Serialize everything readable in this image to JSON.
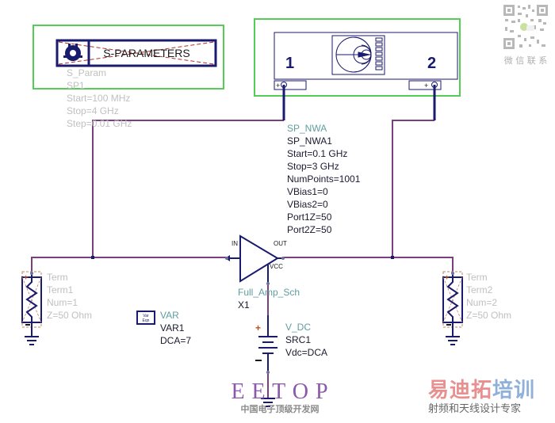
{
  "schematic": {
    "sparam_controller": {
      "title": "S-PARAMETERS",
      "lines": [
        "S_Param",
        "SP1",
        "Start=100 MHz",
        "Stop=4 GHz",
        "Step=0.01 GHz"
      ]
    },
    "nwa": {
      "port1_label": "1",
      "port2_label": "2",
      "lines": [
        "SP_NWA",
        "SP_NWA1",
        "Start=0.1 GHz",
        "Stop=3 GHz",
        "NumPoints=1001",
        "VBias1=0",
        "VBias2=0",
        "Port1Z=50",
        "Port2Z=50"
      ]
    },
    "amplifier": {
      "in_label": "IN",
      "out_label": "OUT",
      "vcc_label": "VCC",
      "lines": [
        "Full_Amp_Sch",
        "X1"
      ]
    },
    "term1": {
      "lines": [
        "Term",
        "Term1",
        "Num=1",
        "Z=50 Ohm"
      ]
    },
    "term2": {
      "lines": [
        "Term",
        "Term2",
        "Num=2",
        "Z=50 Ohm"
      ]
    },
    "var": {
      "icon_text_1": "Var",
      "icon_text_2": "Eqn",
      "lines": [
        "VAR",
        "VAR1",
        "DCA=7"
      ]
    },
    "vdc": {
      "plus": "+",
      "minus": "−",
      "lines": [
        "V_DC",
        "SRC1",
        "Vdc=DCA"
      ]
    }
  },
  "watermarks": {
    "eetop_title": "E E T O P",
    "eetop_subtitle": "中国电子顶级开发网",
    "brand_part1": "易迪拓",
    "brand_part2": "培训",
    "brand_subtitle": "射频和天线设计专家",
    "qr_caption": "微 信 联 系"
  },
  "colors": {
    "wire": "#7b3f7f",
    "component": "#1a1a6e",
    "selection": "#55cc55",
    "param_text_grey": "#c0c0c0",
    "param_text_teal": "#5f9ea0",
    "pin_box": "#b0603a"
  }
}
